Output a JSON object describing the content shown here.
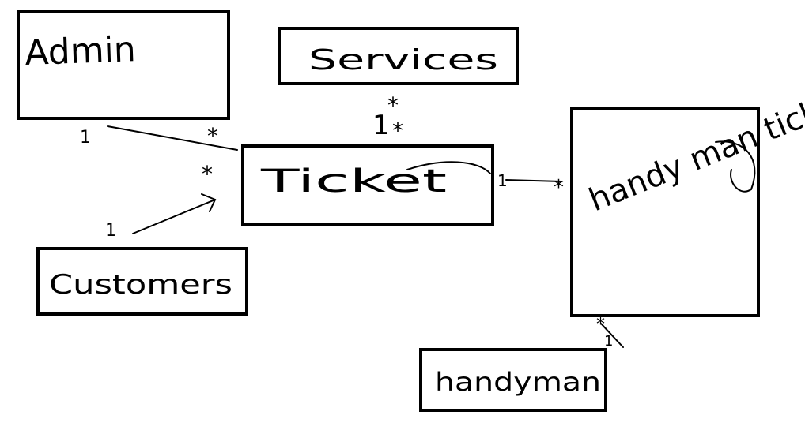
{
  "diagram": {
    "ink_color": "#000000",
    "background_color": "#ffffff",
    "entities": {
      "admin": "Admin",
      "services": "Services",
      "ticket": "Ticket",
      "customers": "Customers",
      "handyman_ticket": "handy man ticket",
      "handyman": "handyman"
    },
    "multiplicities": {
      "admin_side": "1",
      "admin_ticket_side": "*",
      "customers_side": "1",
      "customers_ticket_side": "*",
      "services_side_1": "*",
      "services_side_2": "*",
      "services_bar": "1",
      "ticket_right_side": "1",
      "handyman_ticket_left_side": "*",
      "handyman_ticket_bottom_side": "*",
      "handyman_side": "1"
    }
  }
}
